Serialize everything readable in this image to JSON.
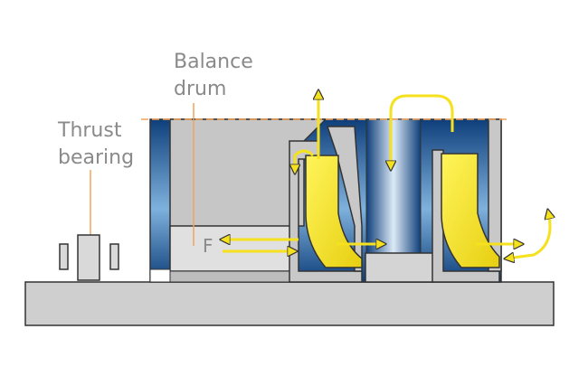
{
  "labels": {
    "balance_line1": "Balance",
    "balance_line2": "drum",
    "thrust_line1": "Thrust",
    "thrust_line2": "bearing",
    "force": "F"
  },
  "colors": {
    "blue_dark": "#0f3f7a",
    "blue_light": "#dceaf6",
    "grey_fill": "#c6c6c6",
    "grey_light": "#dedede",
    "yellow": "#f5e11e",
    "leader_orange": "#f2a35a",
    "label_grey": "#8a8a8a"
  }
}
